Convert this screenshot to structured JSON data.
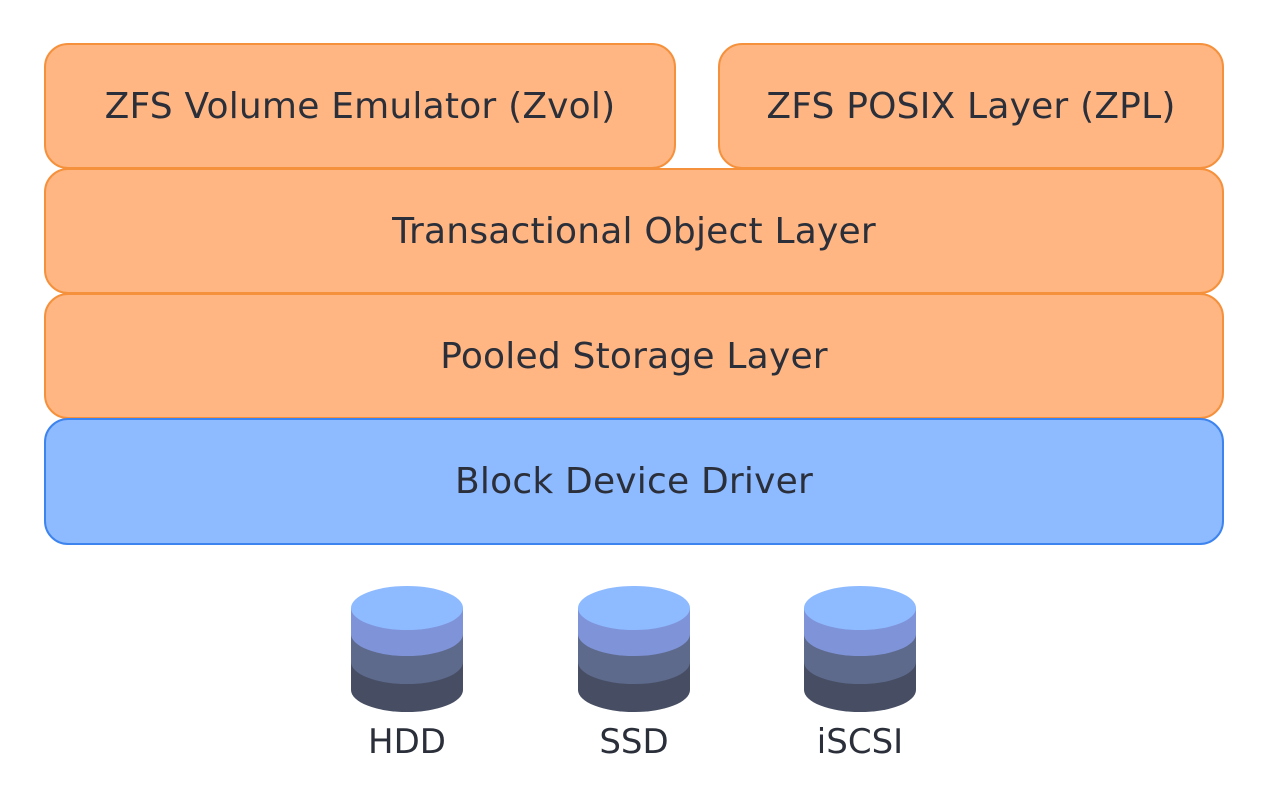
{
  "layers": {
    "zvol": "ZFS Volume Emulator (Zvol)",
    "zpl": "ZFS POSIX Layer (ZPL)",
    "transactional": "Transactional Object Layer",
    "pooled": "Pooled Storage Layer",
    "block": "Block Device Driver"
  },
  "devices": [
    "HDD",
    "SSD",
    "iSCSI"
  ],
  "icons": {
    "device": "database-cylinder-icon"
  },
  "colors": {
    "orange_fill": "#ffb682",
    "orange_border": "#f5913d",
    "blue_fill": "#8ebaff",
    "blue_border": "#3d84ee",
    "disk_top": "#8ebaff",
    "disk_band1": "#7f93d8",
    "disk_band2": "#5d6a8c",
    "disk_band3": "#474e63"
  }
}
